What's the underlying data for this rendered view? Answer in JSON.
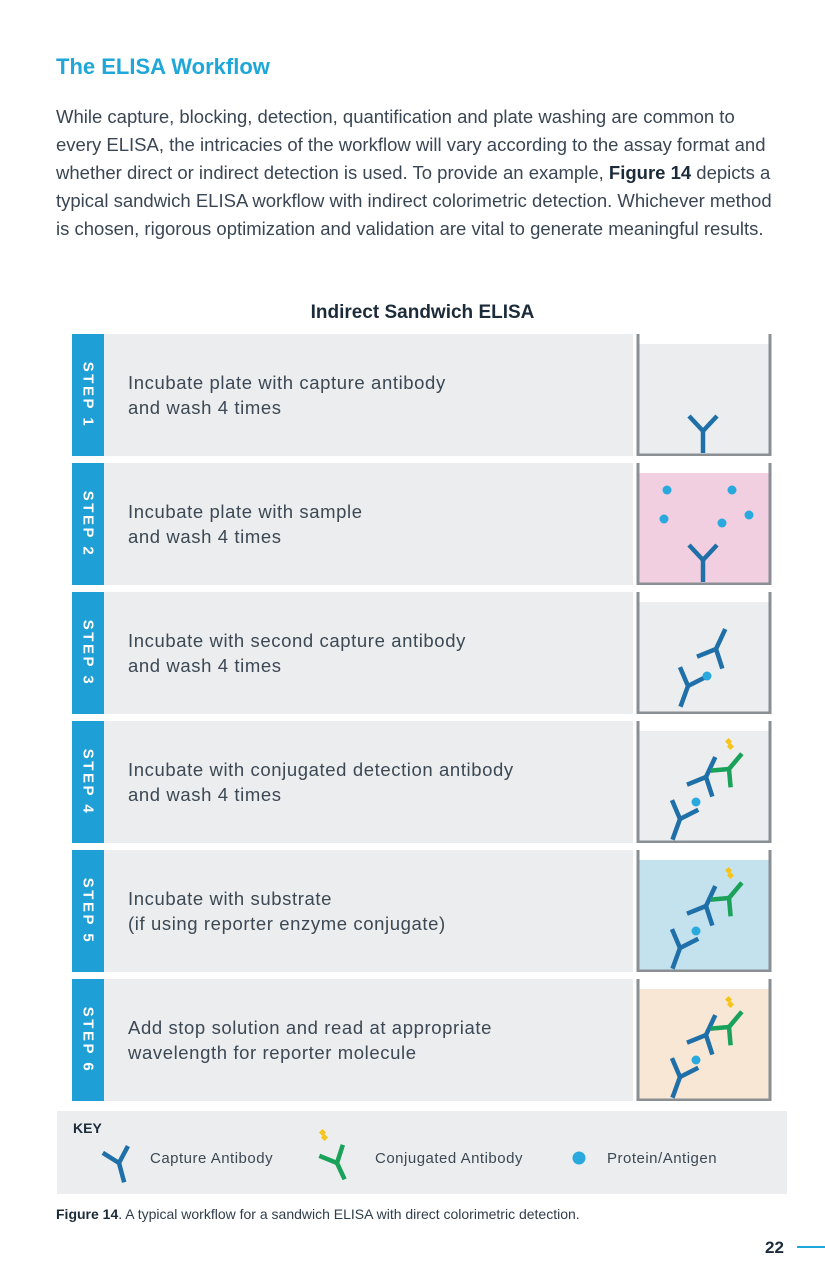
{
  "heading": "The ELISA Workflow",
  "intro": {
    "part1": "While capture, blocking, detection, quantification and plate washing are common to every ELISA, the intricacies of the workflow will vary according to the assay format and whether direct or indirect detection is used. To provide an example, ",
    "bold": "Figure 14",
    "part2": " depicts a typical sandwich ELISA workflow with indirect colorimetric detection. Whichever method is chosen, rigorous optimization and validation are vital to generate meaningful results."
  },
  "diagram_title": "Indirect Sandwich ELISA",
  "steps": [
    {
      "label": "STEP 1",
      "text": "Incubate plate with capture antibody\nand wash 4 times",
      "well_color": "#ebedee",
      "well_icons": [
        "capture-antibody"
      ]
    },
    {
      "label": "STEP 2",
      "text": "Incubate plate with sample\nand wash 4 times",
      "well_color": "#f2cfe0",
      "well_icons": [
        "capture-antibody",
        "protein-antigen"
      ]
    },
    {
      "label": "STEP 3",
      "text": "Incubate with second capture antibody\nand wash 4 times",
      "well_color": "#ebedee",
      "well_icons": [
        "capture-antibody",
        "protein-antigen"
      ]
    },
    {
      "label": "STEP 4",
      "text": "Incubate with conjugated detection antibody\nand wash 4 times",
      "well_color": "#ebedee",
      "well_icons": [
        "capture-antibody",
        "protein-antigen",
        "conjugated-antibody"
      ]
    },
    {
      "label": "STEP 5",
      "text": "Incubate with substrate\n(if using reporter enzyme conjugate)",
      "well_color": "#c4e1ee",
      "well_icons": [
        "capture-antibody",
        "protein-antigen",
        "conjugated-antibody"
      ]
    },
    {
      "label": "STEP 6",
      "text": "Add stop solution and read at appropriate\nwavelength for reporter molecule",
      "well_color": "#f8e7d4",
      "well_icons": [
        "capture-antibody",
        "protein-antigen",
        "conjugated-antibody"
      ]
    }
  ],
  "key": {
    "label": "KEY",
    "items": [
      {
        "icon": "capture-antibody",
        "text": "Capture Antibody"
      },
      {
        "icon": "conjugated-antibody",
        "text": "Conjugated Antibody"
      },
      {
        "icon": "protein-antigen",
        "text": "Protein/Antigen"
      }
    ]
  },
  "caption": {
    "bold": "Figure 14",
    "text": ". A typical workflow for a sandwich ELISA with direct colorimetric detection."
  },
  "page_number": "22",
  "colors": {
    "accent": "#1ea7d8",
    "step_tab": "#1e9fd6",
    "capture_antibody": "#1f6fa8",
    "conjugated_antibody": "#1aa25a",
    "antigen": "#2aa9de",
    "reporter": "#f6c51b"
  }
}
